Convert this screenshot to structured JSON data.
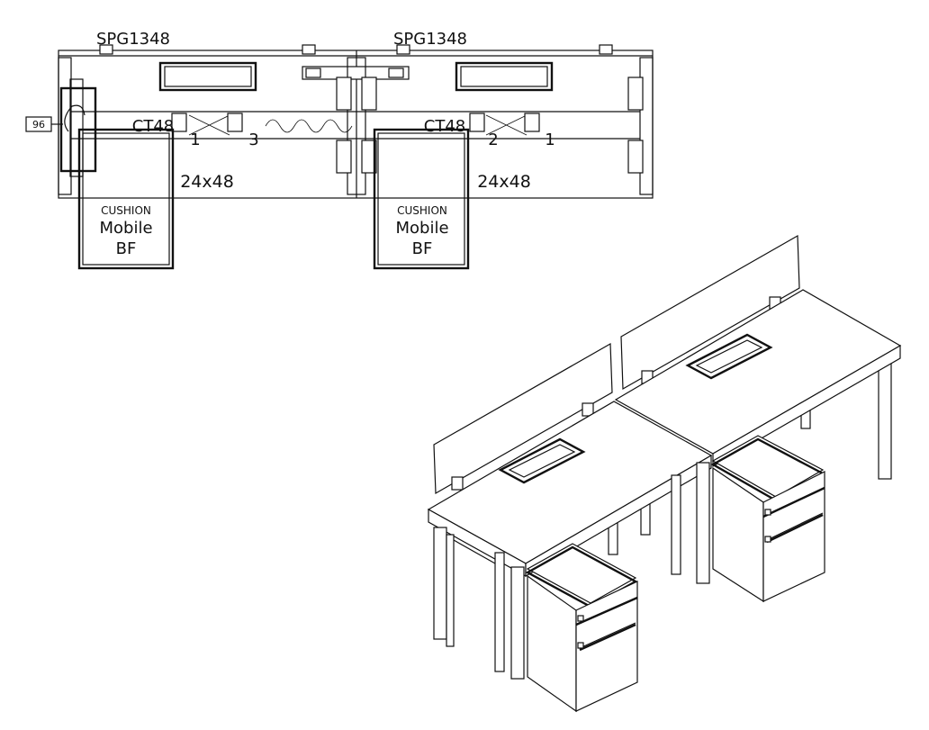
{
  "plan": {
    "screen_label_left": "SPG1348",
    "screen_label_right": "SPG1348",
    "tray_label_left": "CT48",
    "tray_label_right": "CT48",
    "desk_size_left": "24x48",
    "desk_size_right": "24x48",
    "pedestal_left": {
      "line1": "CUSHION",
      "line2": "Mobile",
      "line3": "BF"
    },
    "pedestal_right": {
      "line1": "CUSHION",
      "line2": "Mobile",
      "line3": "BF"
    },
    "tag_number": "96",
    "marks": [
      "1",
      "3",
      "2",
      "1"
    ]
  },
  "iso": {
    "caption": ""
  }
}
